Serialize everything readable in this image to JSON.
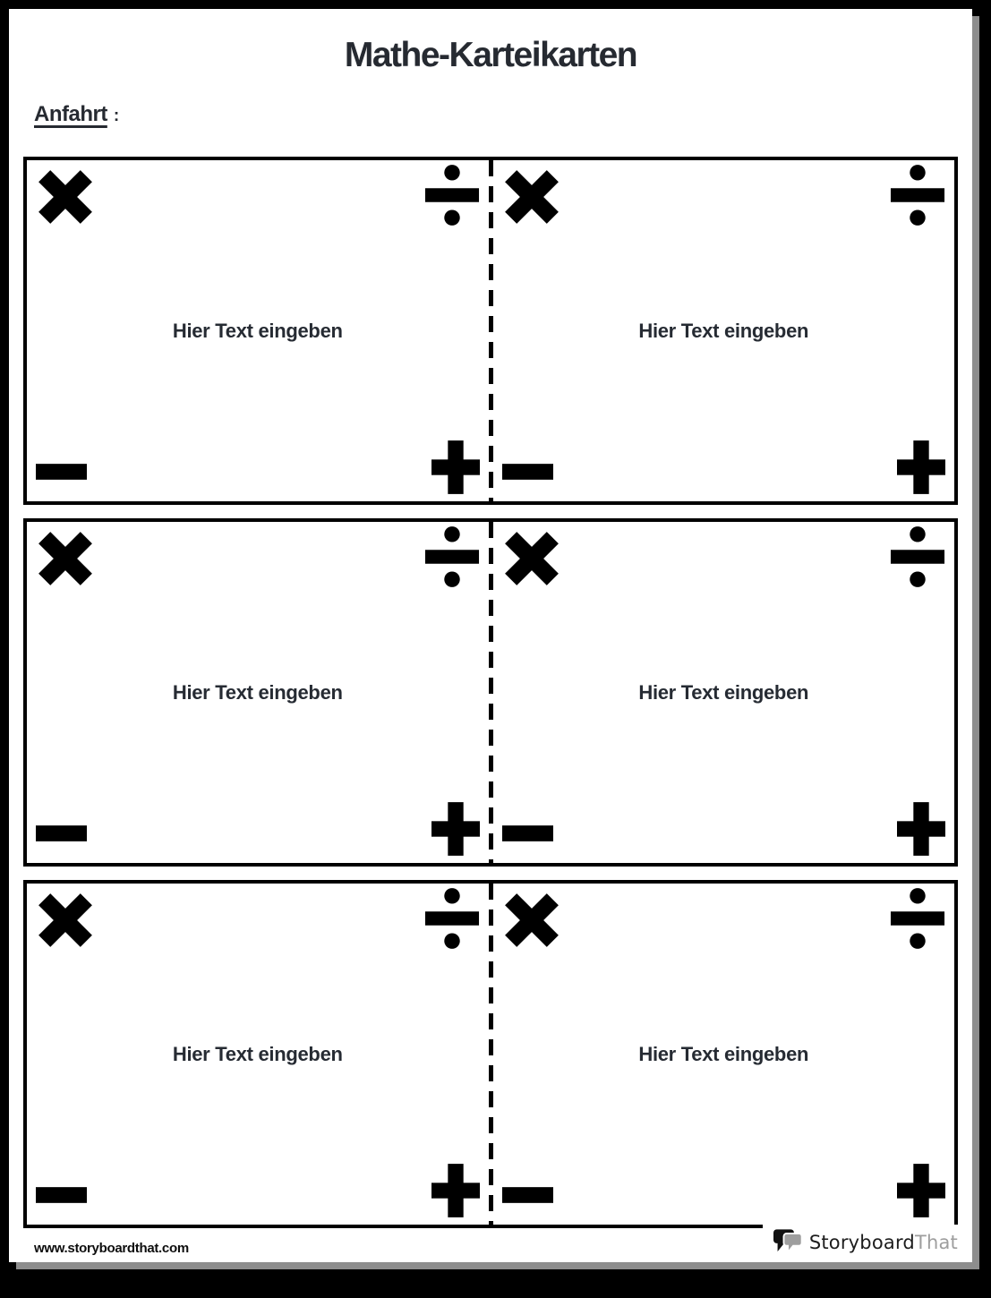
{
  "page": {
    "title": "Mathe-Karteikarten",
    "directions": {
      "label": "Anfahrt",
      "colon": ":"
    }
  },
  "cards": {
    "rows": 3,
    "columns": 2,
    "placeholder": "Hier Text eingeben",
    "corner_icons": {
      "top_left": "multiply",
      "top_right": "divide",
      "bottom_left": "minus",
      "bottom_right": "plus"
    },
    "icon_glyphs": {
      "multiply": "✖",
      "divide": "÷",
      "minus": "−",
      "plus": "+"
    },
    "cells": [
      {
        "row": 1,
        "side": "left",
        "text": "Hier Text eingeben"
      },
      {
        "row": 1,
        "side": "right",
        "text": "Hier Text eingeben"
      },
      {
        "row": 2,
        "side": "left",
        "text": "Hier Text eingeben"
      },
      {
        "row": 2,
        "side": "right",
        "text": "Hier Text eingeben"
      },
      {
        "row": 3,
        "side": "left",
        "text": "Hier Text eingeben"
      },
      {
        "row": 3,
        "side": "right",
        "text": "Hier Text eingeben"
      }
    ]
  },
  "footer": {
    "url": "www.storyboardthat.com",
    "logo": {
      "text_dark": "Storyboard",
      "text_gray": "That",
      "icon": "speech-bubbles"
    }
  },
  "colors": {
    "heading_text": "#262a31",
    "cell_text": "#262b33",
    "symbols": "#000000",
    "card_border": "#000000",
    "fold_line": "#000000",
    "page_background": "#ffffff",
    "frame_background": "#000000",
    "logo_gray": "#9e9e9e"
  }
}
